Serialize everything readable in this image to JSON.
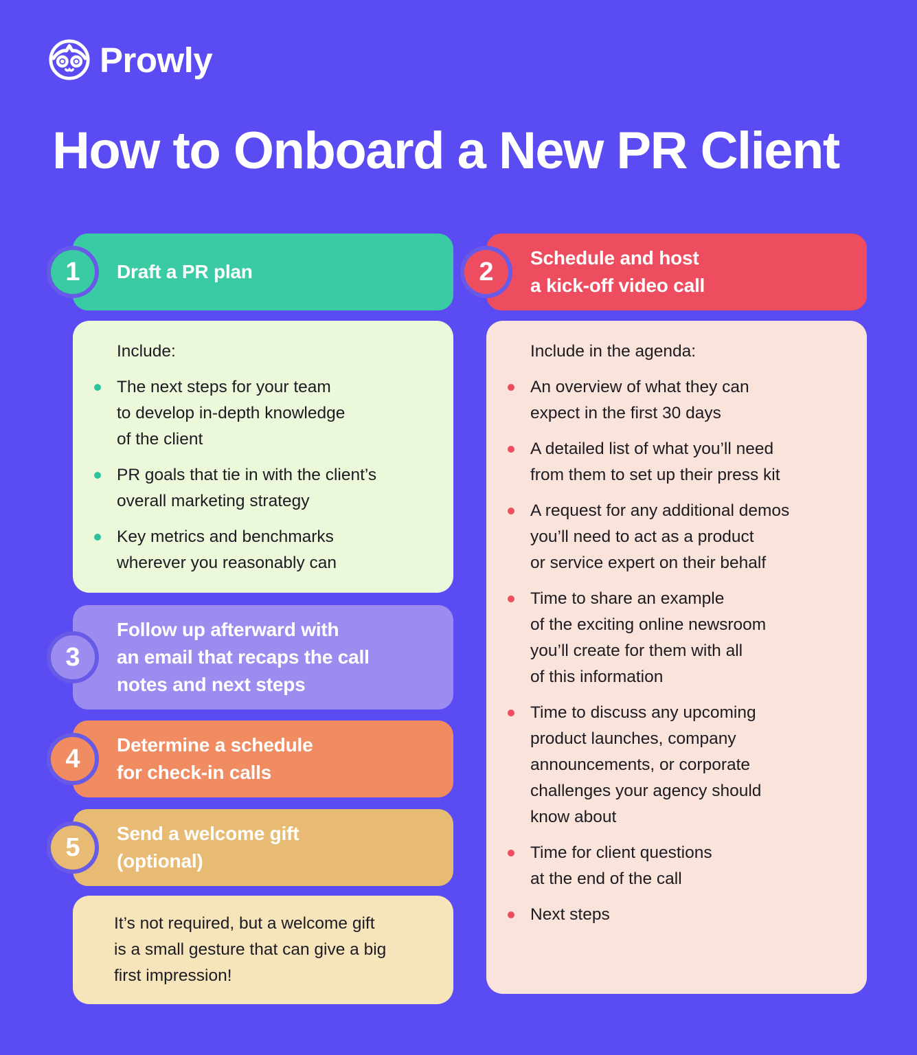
{
  "page": {
    "background_color": "#5B4BF2",
    "title": "How to Onboard a New PR Client"
  },
  "logo": {
    "brand": "Prowly",
    "icon": "owl-icon"
  },
  "colors": {
    "step1_green": "#3BCBA4",
    "step2_red": "#EE4D5F",
    "step3_purple": "#9D8CEF",
    "step4_orange": "#F08B62",
    "step5_gold": "#E7BB73",
    "box_light_green": "#EBF9DA",
    "box_light_pink": "#F9E3DA",
    "note_cream": "#F6E4BB",
    "badge_ring_purple": "#675AE6",
    "bullet_teal": "#2BC29E",
    "bullet_red": "#EE4D5F",
    "text_dark": "#1C1B22",
    "text_white": "#FFFFFF"
  },
  "steps": {
    "step1": {
      "number": "1",
      "label": "Draft a PR plan"
    },
    "step2": {
      "number": "2",
      "label": "Schedule and host\na kick-off video call"
    },
    "step3": {
      "number": "3",
      "label": "Follow up afterward with\nan email that recaps the call\nnotes and next steps"
    },
    "step4": {
      "number": "4",
      "label": "Determine a schedule\nfor check-in calls"
    },
    "step5": {
      "number": "5",
      "label": "Send a welcome gift\n(optional)"
    }
  },
  "step1_details": {
    "heading": "Include:",
    "items": [
      "The next steps for your team\nto develop in-depth knowledge\nof the client",
      "PR goals that tie in with the client’s\noverall marketing strategy",
      "Key metrics and benchmarks\nwherever you reasonably can"
    ]
  },
  "step2_details": {
    "heading": "Include in the agenda:",
    "items": [
      "An overview of what they can\nexpect in the first 30 days",
      "A detailed list of what you’ll need\nfrom them to set up their press kit",
      "A request for any additional demos\nyou’ll need to act as a product\nor service expert on their behalf",
      "Time to share an example\nof the exciting online newsroom\nyou’ll create for them with all\nof this information",
      "Time to discuss any upcoming\nproduct launches, company\nannouncements, or corporate\nchallenges your agency should\nknow about",
      "Time for client questions\nat the end of the call",
      "Next steps"
    ]
  },
  "step5_note": "It’s not required, but a welcome gift\nis a small gesture that can give a big\nfirst impression!"
}
